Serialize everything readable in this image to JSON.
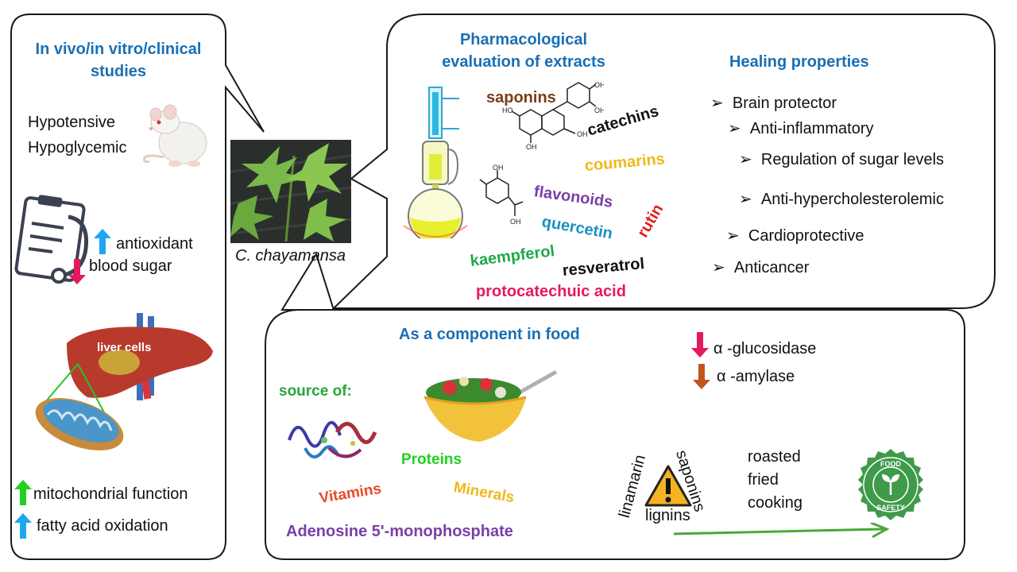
{
  "left_panel": {
    "title": "In vivo/in vitro/clinical studies",
    "hypotensive": "Hypotensive",
    "hypoglycemic": "Hypoglycemic",
    "antioxidant": "antioxidant",
    "blood_sugar": "blood sugar",
    "liver_cells": "liver cells",
    "mitochondrial": "mitochondrial function",
    "fatty_acid": "fatty acid oxidation"
  },
  "center": {
    "plant_caption": "C. chayamansa"
  },
  "pharma_panel": {
    "title": "Pharmacological evaluation of extracts",
    "compounds": {
      "saponins": "saponins",
      "catechins": "catechins",
      "coumarins": "coumarins",
      "flavonoids": "flavonoids",
      "rutin": "rutin",
      "quercetin": "quercetin",
      "kaempferol": "kaempferol",
      "resveratrol": "resveratrol",
      "protocatechuic": "protocatechuic acid"
    },
    "molecule_labels": {
      "oh": "OH",
      "ho": "HO"
    }
  },
  "healing": {
    "title": "Healing properties",
    "items": [
      "Brain protector",
      "Anti-inflammatory",
      "Regulation of sugar levels",
      "Anti-hypercholesterolemic",
      "Cardioprotective",
      "Anticancer"
    ]
  },
  "food_panel": {
    "title": "As a component in food",
    "source_of": "source of:",
    "proteins": "Proteins",
    "minerals": "Minerals",
    "vitamins": "Vitamins",
    "amp": "Adenosine 5'-monophosphate",
    "glucosidase": "α -glucosidase",
    "amylase": "α -amylase",
    "linamarin": "linamarin",
    "saponins": "saponins",
    "lignins": "lignins",
    "processing": [
      "roasted",
      "fried",
      "cooking"
    ],
    "badge_top": "FOOD",
    "badge_bottom": "SAFETY"
  },
  "colors": {
    "panel_border": "#1a1a1a",
    "title_blue": "#1a6fb4",
    "arrow_up": "#1ea7f0",
    "arrow_down": "#e6195e",
    "arrow_brown": "#c0561c",
    "arrow_green": "#22d022"
  }
}
